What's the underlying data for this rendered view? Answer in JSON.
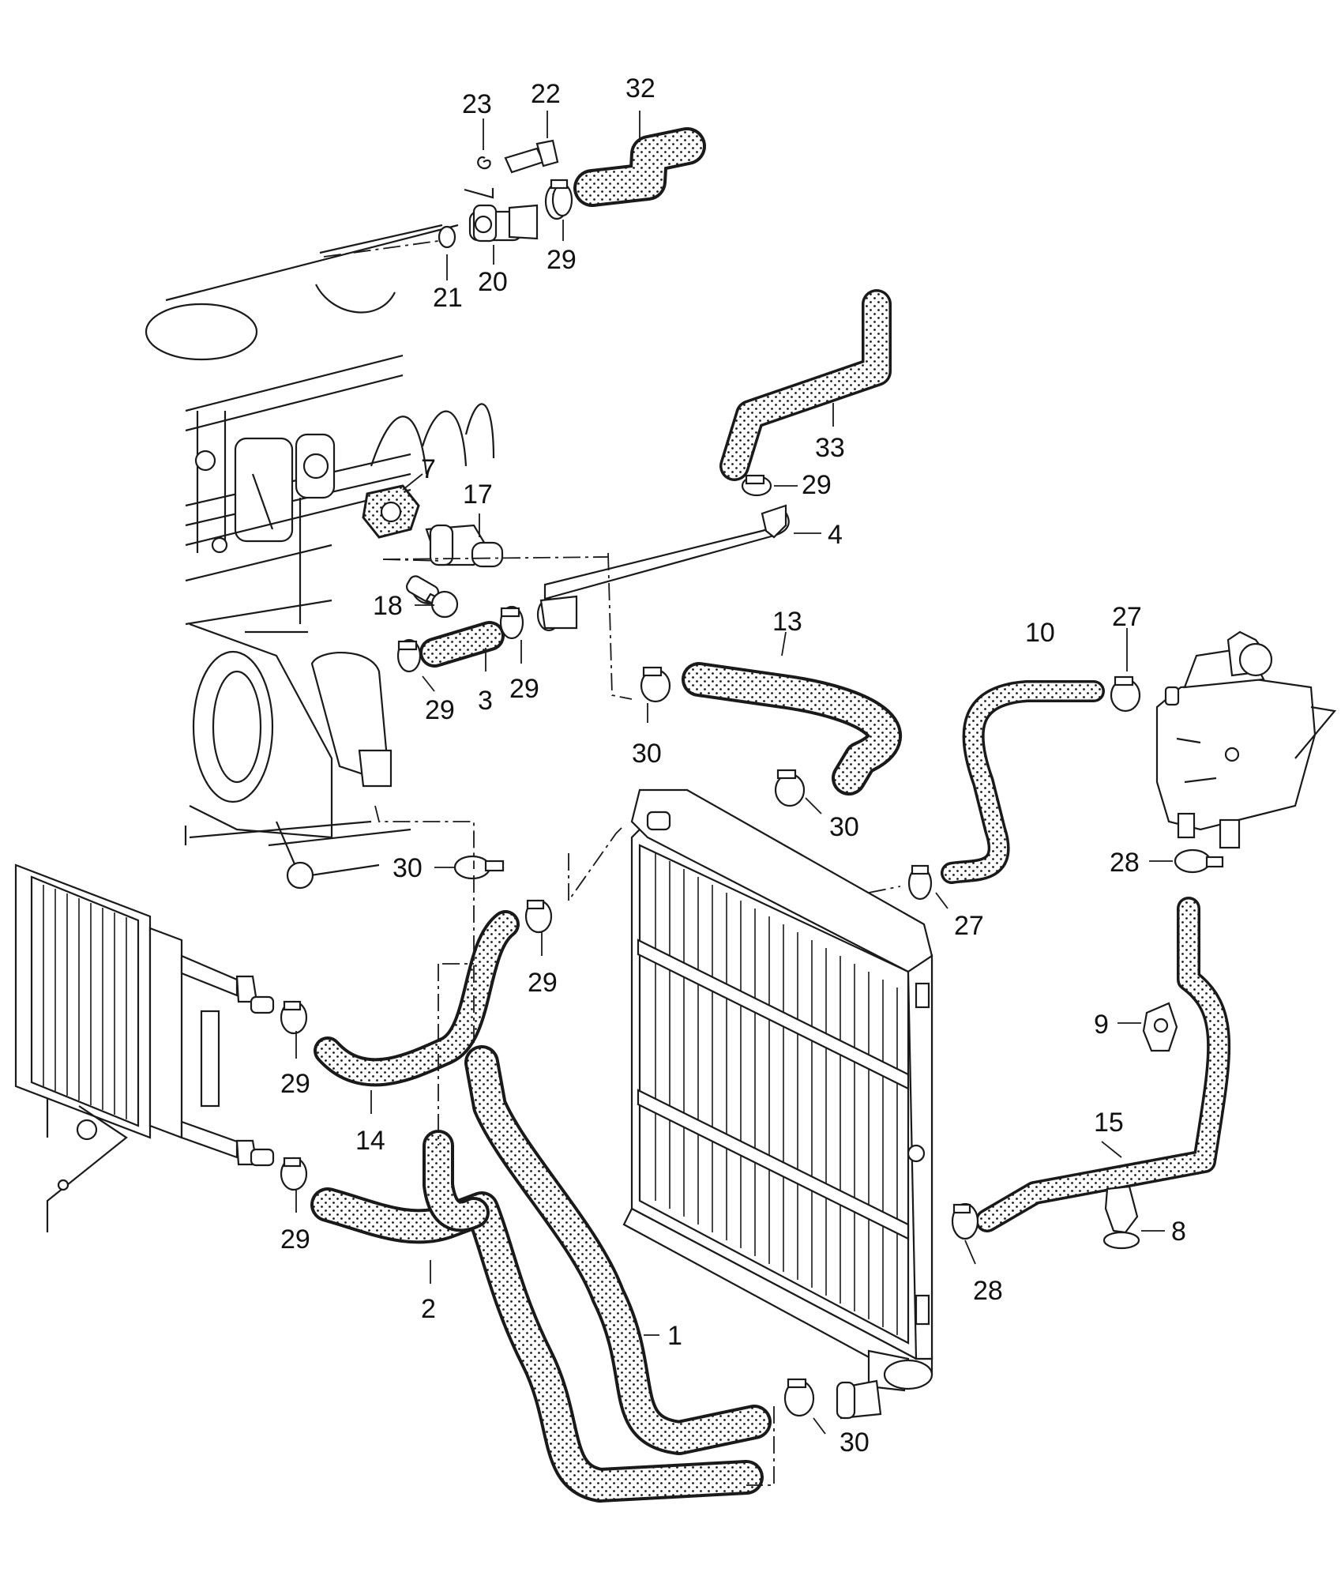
{
  "diagram": {
    "colors": {
      "ink": "#1a1a1a",
      "paper": "#ffffff"
    },
    "callouts": [
      {
        "id": "c23",
        "label": "23"
      },
      {
        "id": "c22",
        "label": "22"
      },
      {
        "id": "c32",
        "label": "32"
      },
      {
        "id": "c21",
        "label": "21"
      },
      {
        "id": "c20",
        "label": "20"
      },
      {
        "id": "c29a",
        "label": "29"
      },
      {
        "id": "c33",
        "label": "33"
      },
      {
        "id": "c7",
        "label": "7"
      },
      {
        "id": "c17",
        "label": "17"
      },
      {
        "id": "c29b",
        "label": "29"
      },
      {
        "id": "c4",
        "label": "4"
      },
      {
        "id": "c18",
        "label": "18"
      },
      {
        "id": "c29c",
        "label": "29"
      },
      {
        "id": "c3",
        "label": "3"
      },
      {
        "id": "c29d",
        "label": "29"
      },
      {
        "id": "c13",
        "label": "13"
      },
      {
        "id": "c30a",
        "label": "30"
      },
      {
        "id": "c10",
        "label": "10"
      },
      {
        "id": "c27a",
        "label": "27"
      },
      {
        "id": "c30b",
        "label": "30"
      },
      {
        "id": "c28a",
        "label": "28"
      },
      {
        "id": "c30c",
        "label": "30"
      },
      {
        "id": "c27b",
        "label": "27"
      },
      {
        "id": "c29e",
        "label": "29"
      },
      {
        "id": "c9",
        "label": "9"
      },
      {
        "id": "c29f",
        "label": "29"
      },
      {
        "id": "c14",
        "label": "14"
      },
      {
        "id": "c15",
        "label": "15"
      },
      {
        "id": "c29g",
        "label": "29"
      },
      {
        "id": "c8",
        "label": "8"
      },
      {
        "id": "c28b",
        "label": "28"
      },
      {
        "id": "c2",
        "label": "2"
      },
      {
        "id": "c1",
        "label": "1"
      },
      {
        "id": "c30d",
        "label": "30"
      }
    ]
  }
}
